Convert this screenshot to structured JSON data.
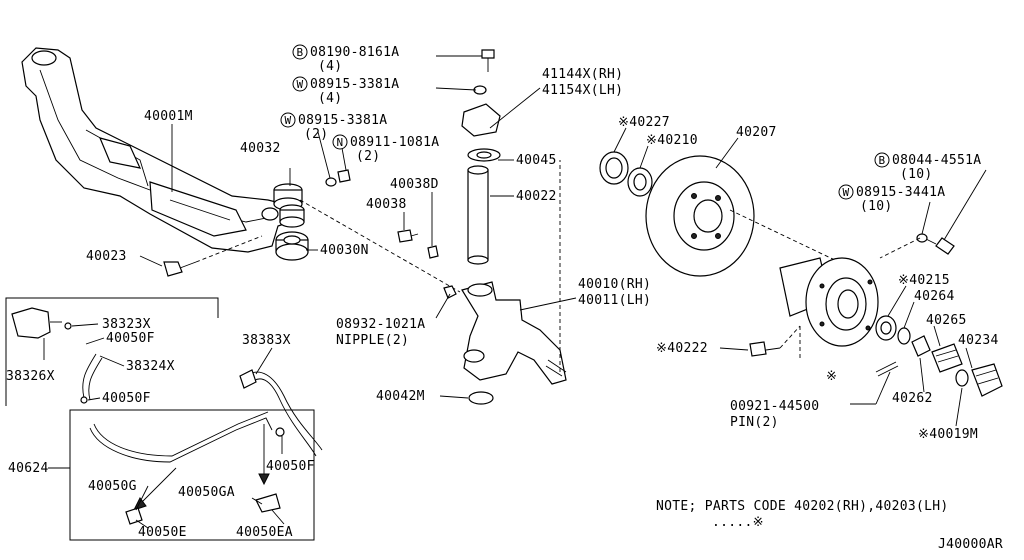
{
  "labels": {
    "p08190": "08190-8161A",
    "q4a": "(4)",
    "p08915a": "08915-3381A",
    "q4b": "(4)",
    "p41144": "41144X(RH)",
    "p41154": "41154X(LH)",
    "p40001M": "40001M",
    "p08915b": "08915-3381A",
    "q2a": "(2)",
    "p08911": "08911-1081A",
    "q2b": "(2)",
    "p40032": "40032",
    "p40045": "40045",
    "p40038D": "40038D",
    "p40038": "40038",
    "p40022": "40022",
    "p40023": "40023",
    "p40030N": "40030N",
    "p40227": "※40227",
    "p40210": "※40210",
    "p40207": "40207",
    "p08044": "08044-4551A",
    "q10a": "(10)",
    "p08915c": "08915-3441A",
    "q10b": "(10)",
    "p40010": "40010(RH)",
    "p40011": "40011(LH)",
    "p08932": "08932-1021A",
    "nipple": "NIPPLE(2)",
    "p40215": "※40215",
    "p40264": "40264",
    "p40265": "40265",
    "p40234": "40234",
    "p40222": "※40222",
    "p40042M": "40042M",
    "star": "※",
    "p00921": "00921-44500",
    "pin": "PIN(2)",
    "p40262": "40262",
    "p40019M": "※40019M",
    "p38323X": "38323X",
    "p40050F_a": "40050F",
    "p38326X": "38326X",
    "p38324X": "38324X",
    "p38383X": "38383X",
    "p40050F_b": "40050F",
    "p40050F_c": "40050F",
    "p40624": "40624",
    "p40050G": "40050G",
    "p40050GA": "40050GA",
    "p40050E": "40050E",
    "p40050EA": "40050EA",
    "note1": "NOTE; PARTS CODE 40202(RH),40203(LH)",
    "note2": ".....※",
    "code": "J40000AR",
    "mB": "B",
    "mW": "W",
    "mW2": "W",
    "mN": "N",
    "mB2": "B",
    "mW3": "W"
  }
}
